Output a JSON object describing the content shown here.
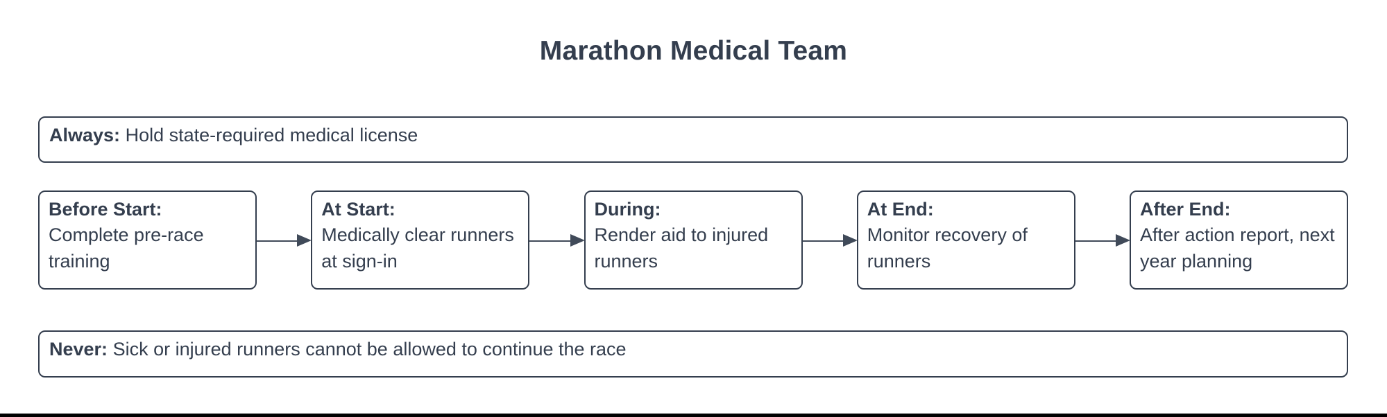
{
  "title": "Marathon Medical Team",
  "colors": {
    "ink": "#343e4e",
    "arrow": "#404a59",
    "background": "#ffffff",
    "bottom_bar": "#000000"
  },
  "always_banner": {
    "label": "Always:",
    "text": "Hold state-required medical license"
  },
  "stages": [
    {
      "label": "Before Start:",
      "text": "Complete pre-race training"
    },
    {
      "label": "At Start:",
      "text": "Medically clear runners at sign-in"
    },
    {
      "label": "During:",
      "text": "Render aid to injured runners"
    },
    {
      "label": "At End:",
      "text": "Monitor recovery of runners"
    },
    {
      "label": "After End:",
      "text": "After action report, next year planning"
    }
  ],
  "never_banner": {
    "label": "Never:",
    "text": "Sick or injured runners cannot be allowed to continue the race"
  }
}
